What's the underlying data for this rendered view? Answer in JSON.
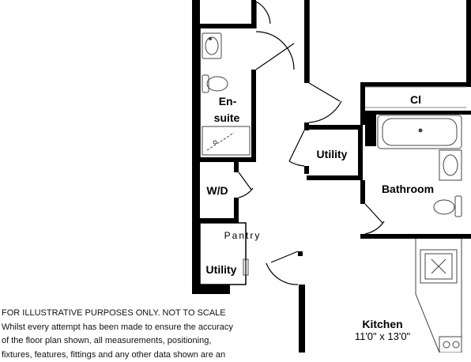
{
  "rooms": {
    "ensuite_line1": "En-",
    "ensuite_line2": "suite",
    "cl": "Cl",
    "utility_right": "Utility",
    "wd": "W/D",
    "bathroom": "Bathroom",
    "pantry": "Pantry",
    "utility_left": "Utility",
    "kitchen": "Kitchen",
    "kitchen_dims": "11'0\" x 13'0\""
  },
  "disclaimer": {
    "line1": "FOR ILLUSTRATIVE PURPOSES ONLY.  NOT TO SCALE",
    "line2": "Whilst every attempt has been made to ensure the accuracy",
    "line3": "of the floor plan shown, all measurements, positioning,",
    "line4": "fixtures, features, fittings and any other data shown are an"
  },
  "colors": {
    "wall": "#000000",
    "background": "#ffffff",
    "fixture": "#555555"
  }
}
